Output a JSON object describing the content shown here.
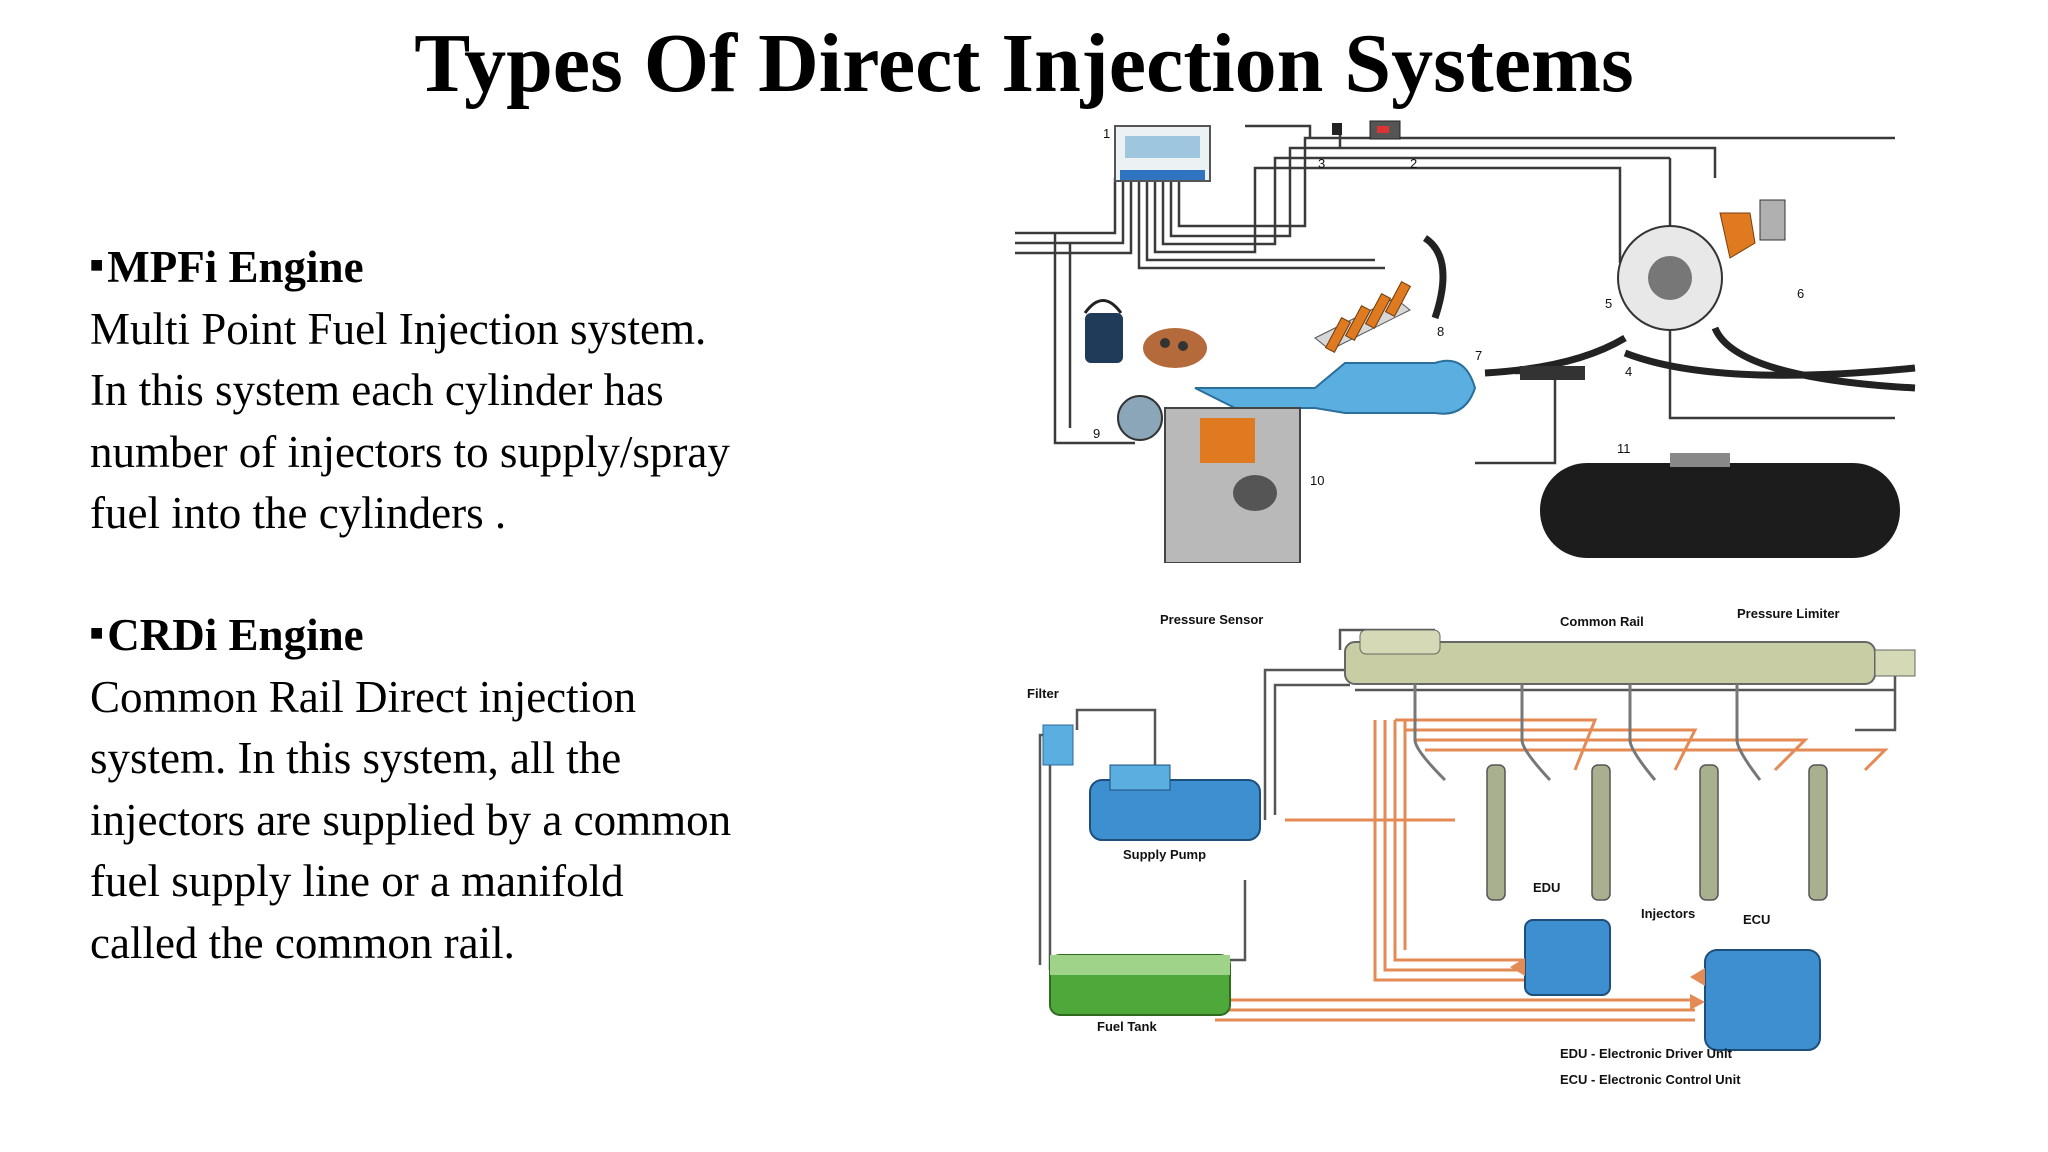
{
  "slide": {
    "title": "Types Of Direct Injection Systems"
  },
  "mpfi": {
    "heading": "MPFi Engine",
    "lines": [
      "Multi Point Fuel Injection system.",
      "In this system each cylinder has",
      "number of injectors to supply/spray",
      "fuel into the cylinders ."
    ],
    "diagram_numbers": [
      "1",
      "2",
      "3",
      "4",
      "5",
      "6",
      "7",
      "8",
      "9",
      "10",
      "11"
    ]
  },
  "crdi": {
    "heading": "CRDi Engine",
    "lines": [
      "Common Rail Direct injection",
      "system. In this system, all the",
      "injectors are supplied by a common",
      "fuel supply line or a manifold",
      "called the common rail."
    ],
    "diagram_labels": {
      "pressure_sensor": "Pressure Sensor",
      "common_rail": "Common Rail",
      "pressure_limiter": "Pressure Limiter",
      "filter": "Filter",
      "supply_pump": "Supply Pump",
      "edu": "EDU",
      "injectors": "Injectors",
      "ecu": "ECU",
      "fuel_tank": "Fuel Tank",
      "edu_legend": "EDU - Electronic Driver Unit",
      "ecu_legend": "ECU - Electronic Control Unit"
    }
  },
  "colors": {
    "wire": "#3a3a3a",
    "intake_blue": "#5aaee0",
    "injector_orange": "#e07a20",
    "tank_dark": "#1c1c1c",
    "rail_khaki": "#c9cda4",
    "pump_blue": "#3d8fd0",
    "fuel_green": "#4fa83a",
    "control_line_orange": "#e38a55"
  }
}
